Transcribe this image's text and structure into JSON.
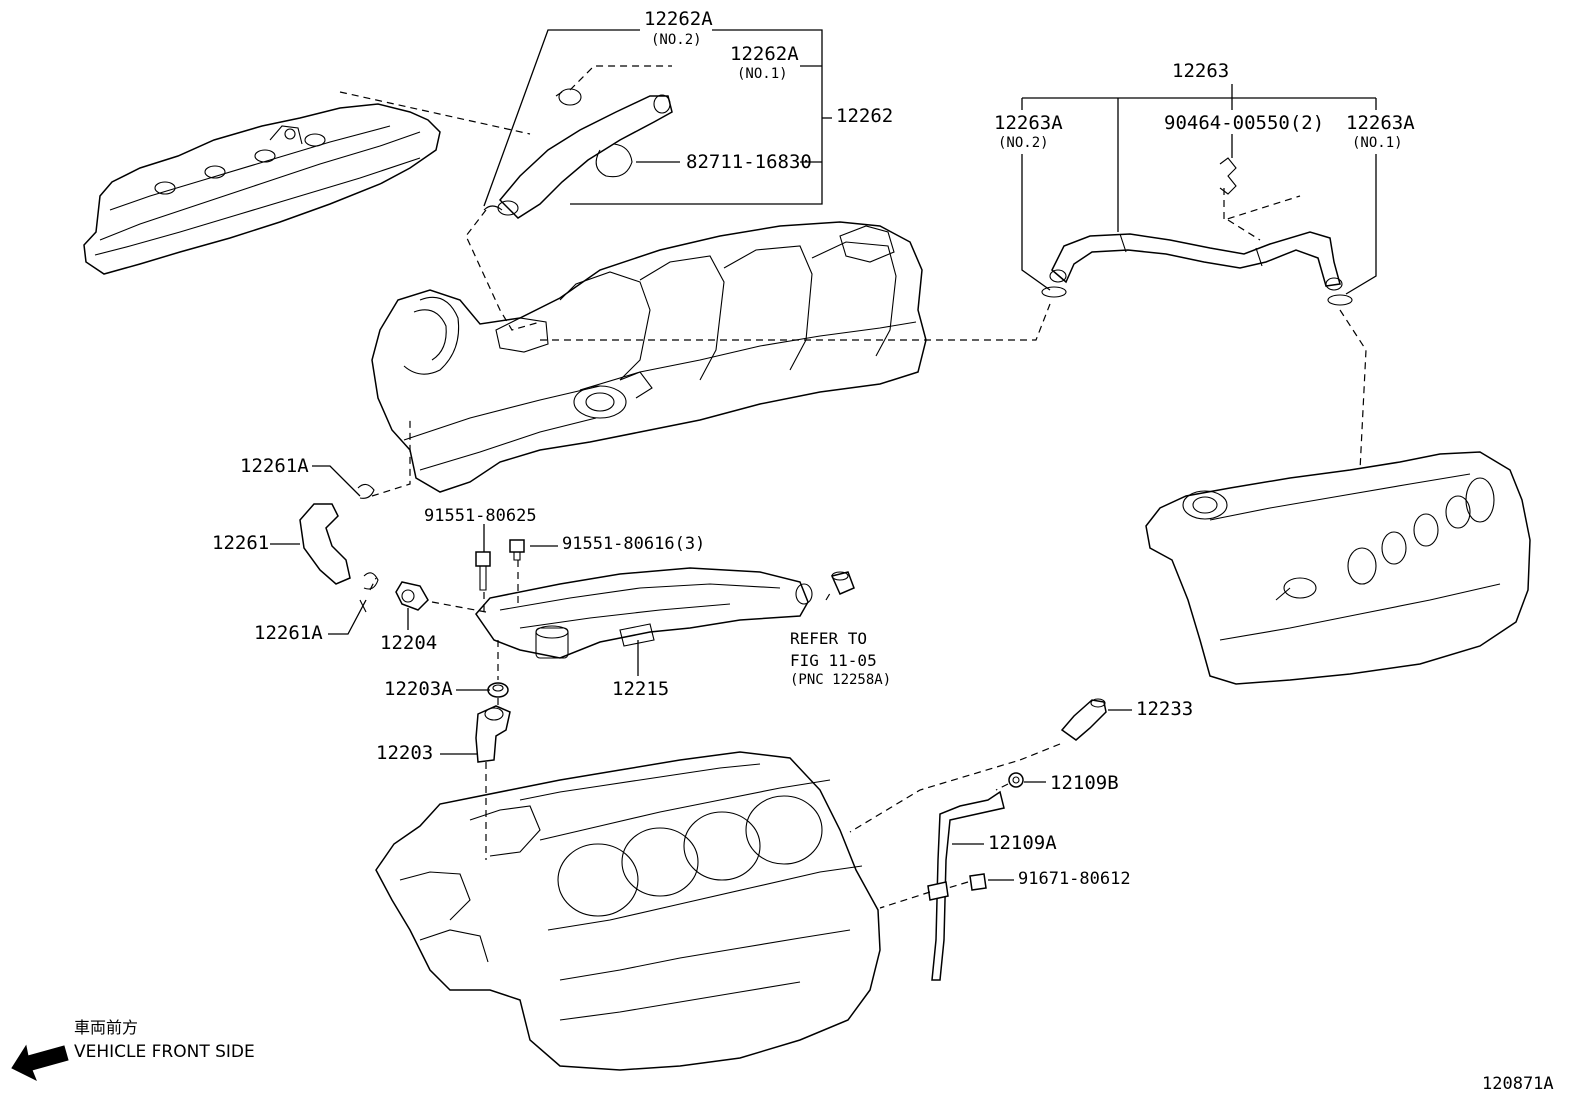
{
  "diagram_id": "120871A",
  "direction": {
    "japanese": "車両前方",
    "english": "VEHICLE FRONT SIDE"
  },
  "parts": {
    "p12262A_no2": {
      "number": "12262A",
      "sub": "(NO.2)"
    },
    "p12262A_no1": {
      "number": "12262A",
      "sub": "(NO.1)"
    },
    "p12262": {
      "number": "12262"
    },
    "p82711": {
      "number": "82711-16830"
    },
    "p12263": {
      "number": "12263"
    },
    "p12263A_no2": {
      "number": "12263A",
      "sub": "(NO.2)"
    },
    "p90464": {
      "number": "90464-00550(2)"
    },
    "p12263A_no1": {
      "number": "12263A",
      "sub": "(NO.1)"
    },
    "p12261A_top": {
      "number": "12261A"
    },
    "p12261": {
      "number": "12261"
    },
    "p12261A_bottom": {
      "number": "12261A"
    },
    "p91551_80625": {
      "number": "91551-80625"
    },
    "p91551_80616": {
      "number": "91551-80616(3)"
    },
    "p12204": {
      "number": "12204"
    },
    "p12203A": {
      "number": "12203A"
    },
    "p12215": {
      "number": "12215"
    },
    "p12203": {
      "number": "12203"
    },
    "p12233": {
      "number": "12233"
    },
    "p12109B": {
      "number": "12109B"
    },
    "p12109A": {
      "number": "12109A"
    },
    "p91671": {
      "number": "91671-80612"
    }
  },
  "refer_note": {
    "line1": "REFER TO",
    "line2": "FIG 11-05",
    "line3": "(PNC 12258A)"
  }
}
